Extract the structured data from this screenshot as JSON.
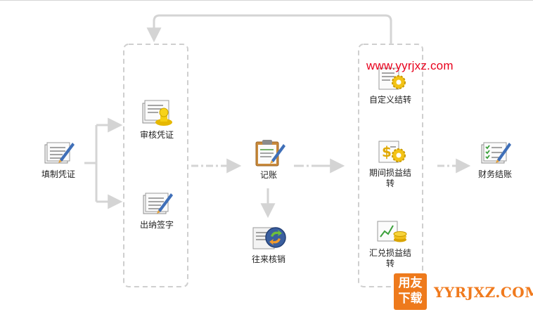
{
  "flow": {
    "nodes": {
      "fill_voucher": {
        "label": "填制凭证",
        "icon": "voucher-pen-icon"
      },
      "audit_voucher": {
        "label": "审核凭证",
        "icon": "voucher-stamp-icon"
      },
      "cashier_sign": {
        "label": "出纳签字",
        "icon": "voucher-pen-icon"
      },
      "post_ledger": {
        "label": "记账",
        "icon": "clipboard-pen-icon"
      },
      "reconcile": {
        "label": "往来核销",
        "icon": "reconcile-icon"
      },
      "custom_transfer": {
        "label": "自定义结转",
        "icon": "document-gear-icon"
      },
      "pl_transfer": {
        "label": "期间损益结\n转",
        "icon": "dollar-gear-icon"
      },
      "fx_pl_transfer": {
        "label": "汇兑损益结\n转",
        "icon": "chart-coins-icon"
      },
      "close_books": {
        "label": "财务结账",
        "icon": "checklist-pen-icon"
      }
    }
  },
  "watermarks": {
    "url": "www.yyrjxz.com",
    "badge_top": "用友",
    "badge_bottom": "下载",
    "site": "YYRJXZ.COM"
  },
  "colors": {
    "connector": "#d4d4d4",
    "group_border": "#cfcfcf",
    "watermark_red": "#e8001c",
    "watermark_orange": "#f07a1d"
  }
}
